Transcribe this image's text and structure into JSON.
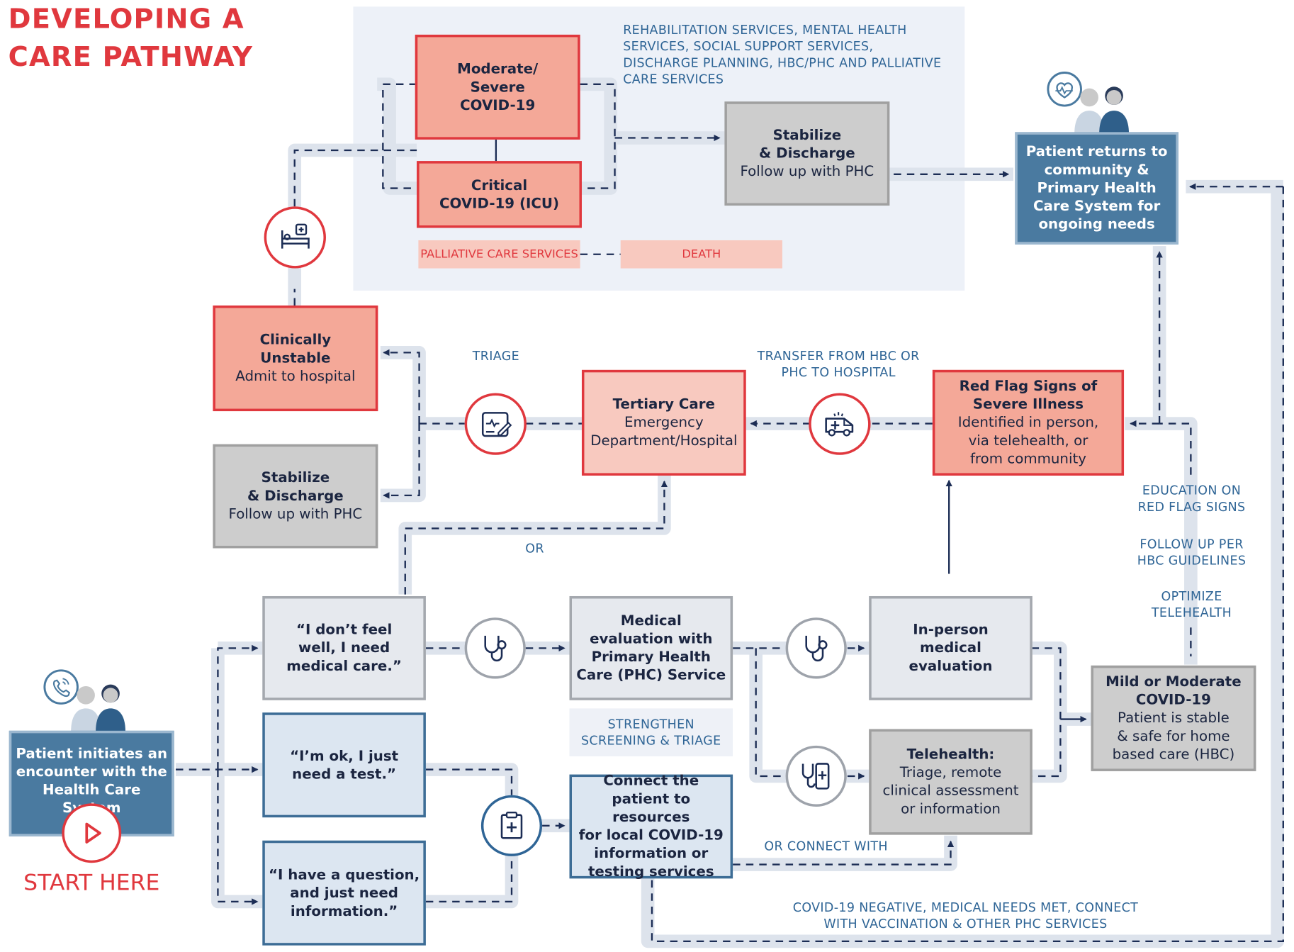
{
  "title": {
    "line1": "DEVELOPING A",
    "line2": "CARE PATHWAY"
  },
  "nodes": {
    "moderate_severe": {
      "line1": "Moderate/",
      "line2": "Severe",
      "line3": "COVID-19"
    },
    "critical": {
      "line1": "Critical",
      "line2": "COVID-19 (ICU)"
    },
    "palliative": "PALLIATIVE CARE SERVICES",
    "death": "DEATH",
    "stabilize_top": {
      "line1": "Stabilize",
      "line2": "& Discharge",
      "line3": "Follow up with PHC"
    },
    "patient_returns": {
      "line1": "Patient returns to",
      "line2": "community &",
      "line3": "Primary Health",
      "line4": "Care System for",
      "line5": "ongoing needs"
    },
    "clinically_unstable": {
      "line1": "Clinically",
      "line2": "Unstable",
      "line3": "Admit to hospital"
    },
    "stabilize_mid": {
      "line1": "Stabilize",
      "line2": "& Discharge",
      "line3": "Follow up with PHC"
    },
    "tertiary": {
      "line1": "Tertiary Care",
      "line2": "Emergency",
      "line3": "Department/Hospital"
    },
    "red_flag": {
      "line1": "Red Flag Signs of",
      "line2": "Severe Illness",
      "line3": "Identified in person,",
      "line4": "via telehealth, or",
      "line5": "from community"
    },
    "dont_feel_well": {
      "line1": "“I don’t feel",
      "line2": "well, I need",
      "line3": "medical care.”"
    },
    "im_ok": {
      "line1": "“I’m ok, I just",
      "line2": "need a test.”"
    },
    "question": {
      "line1": "“I have a question,",
      "line2": "and just need",
      "line3": "information.”"
    },
    "medical_eval": {
      "line1": "Medical",
      "line2": "evaluation with",
      "line3": "Primary Health",
      "line4": "Care (PHC) Service"
    },
    "connect": {
      "line1": "Connect the",
      "line2": "patient to resources",
      "line3": "for local COVID-19",
      "line4": "information or",
      "line5": "testing services"
    },
    "in_person": {
      "line1": "In-person",
      "line2": "medical",
      "line3": "evaluation"
    },
    "telehealth": {
      "line1": "Telehealth:",
      "line2": "Triage, remote",
      "line3": "clinical assessment",
      "line4": "or information"
    },
    "mild_moderate": {
      "line1": "Mild or Moderate",
      "line2": "COVID-19",
      "line3": "Patient is stable",
      "line4": "& safe for home",
      "line5": "based care (HBC)"
    },
    "patient_initiates": {
      "line1": "Patient initiates an",
      "line2": "encounter with the",
      "line3": "Healtlh Care System"
    },
    "start_here": "START HERE"
  },
  "labels": {
    "services": {
      "line1": "REHABILITATION SERVICES, MENTAL HEALTH",
      "line2": "SERVICES, SOCIAL SUPPORT SERVICES,",
      "line3": "DISCHARGE PLANNING, HBC/PHC AND PALLIATIVE",
      "line4": "CARE SERVICES"
    },
    "triage": "TRIAGE",
    "transfer": {
      "line1": "TRANSFER FROM HBC OR",
      "line2": "PHC TO HOSPITAL"
    },
    "or": "OR",
    "education": {
      "line1": "EDUCATION ON",
      "line2": "RED FLAG SIGNS"
    },
    "follow_up": {
      "line1": "FOLLOW UP PER",
      "line2": "HBC GUIDELINES"
    },
    "optimize": {
      "line1": "OPTIMIZE",
      "line2": "TELEHEALTH"
    },
    "strengthen": {
      "line1": "STRENGTHEN",
      "line2": "SCREENING & TRIAGE"
    },
    "or_connect": "OR CONNECT WITH",
    "covid_negative": {
      "line1": "COVID-19 NEGATIVE, MEDICAL NEEDS MET, CONNECT",
      "line2": "WITH VACCINATION & OTHER PHC SERVICES"
    }
  },
  "icons": [
    "hospital-bed-icon",
    "triage-clipboard-icon",
    "ambulance-icon",
    "stethoscope-icon",
    "mobile-health-icon",
    "medical-clipboard-icon",
    "heart-monitor-icon",
    "phone-call-icon",
    "play-icon",
    "people-icon"
  ],
  "colors": {
    "red": "#e0383e",
    "salmon": "#f4a898",
    "blue": "#4a7aa0",
    "navy": "#1c2d55",
    "grey": "#cdcdcd",
    "pale_blue": "#dce6f1",
    "label_blue": "#2f6596"
  }
}
